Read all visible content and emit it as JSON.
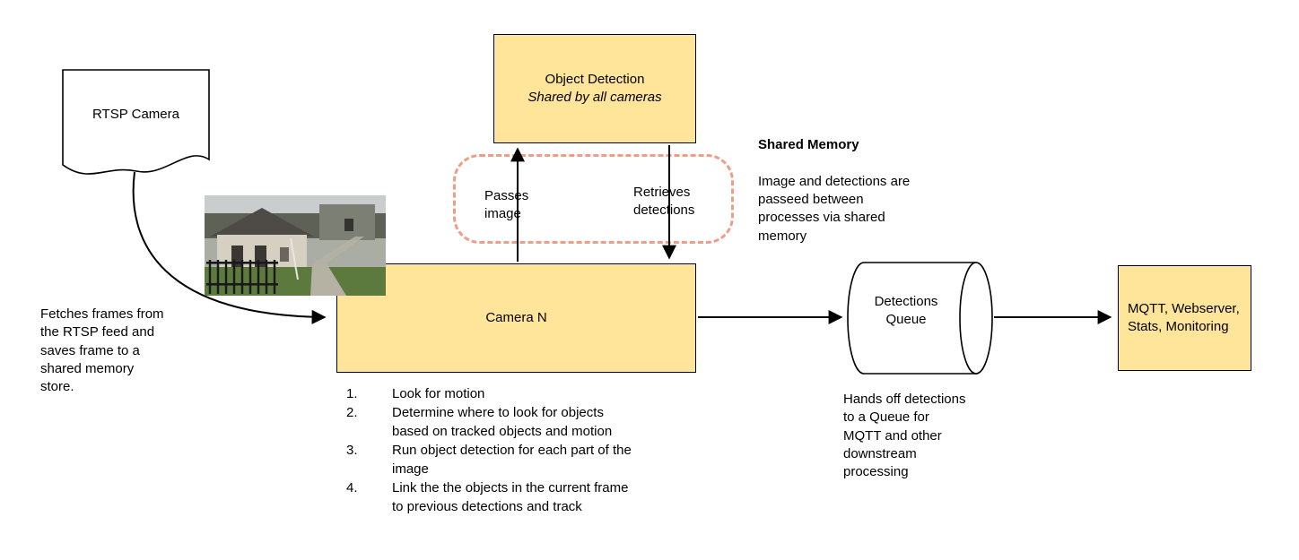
{
  "diagram": {
    "background": "#ffffff",
    "node_fill": "#ffe599",
    "node_border": "#000000",
    "shared_memory_outline_color": "#ef9d86",
    "arrow_color": "#000000"
  },
  "nodes": {
    "rtsp_camera": {
      "label": "RTSP Camera"
    },
    "object_detection": {
      "title": "Object Detection",
      "subtitle": "Shared by all cameras"
    },
    "camera_n": {
      "label": "Camera N"
    },
    "detections_queue": {
      "label": "Detections\nQueue"
    },
    "outputs": {
      "label": "MQTT, Webserver,\nStats, Monitoring"
    }
  },
  "edges": {
    "passes_image": "Passes\nimage",
    "retrieves_detections": "Retrieves\ndetections"
  },
  "notes": {
    "fetch_note": "Fetches frames from\nthe RTSP feed and\nsaves frame to a\nshared memory\nstore.",
    "shared_memory_title": "Shared Memory",
    "shared_memory_body": "Image and detections are\npasseed between\nprocesses via shared\nmemory",
    "queue_note": "Hands off detections\nto a Queue for\nMQTT and other\ndownstream\nprocessing"
  },
  "camera_steps": [
    {
      "num": "1.",
      "text": "Look for motion"
    },
    {
      "num": "2.",
      "text": "Determine where to look for objects\nbased on tracked objects and motion"
    },
    {
      "num": "3.",
      "text": "Run object detection for each part of the\nimage"
    },
    {
      "num": "4.",
      "text": "Link the the objects in the current frame\nto previous detections and track"
    }
  ]
}
